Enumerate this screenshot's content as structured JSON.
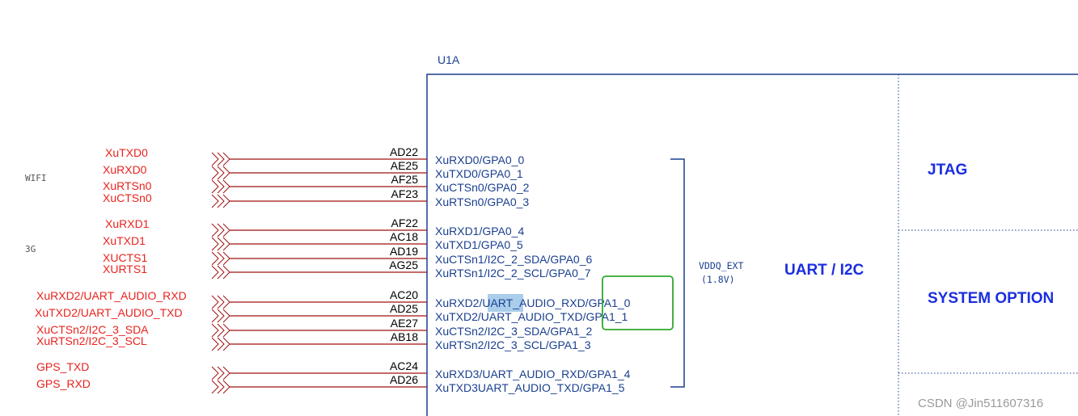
{
  "component": {
    "refdes": "U1A"
  },
  "groups": [
    {
      "name": "WIFI",
      "rows": [
        0,
        1,
        2,
        3
      ]
    },
    {
      "name": "3G",
      "rows": [
        4,
        5,
        6,
        7
      ]
    }
  ],
  "net_rows": [
    {
      "net": "XuTXD0",
      "pin": "AD22",
      "signal": "XuRXD0/GPA0_0"
    },
    {
      "net": "XuRXD0",
      "pin": "AE25",
      "signal": "XuTXD0/GPA0_1"
    },
    {
      "net": "XuRTSn0",
      "pin": "AF25",
      "signal": "XuCTSn0/GPA0_2"
    },
    {
      "net": "XuCTSn0",
      "pin": "AF23",
      "signal": "XuRTSn0/GPA0_3"
    },
    {
      "net": "XuRXD1",
      "pin": "AF22",
      "signal": "XuRXD1/GPA0_4"
    },
    {
      "net": "XuTXD1",
      "pin": "AC18",
      "signal": "XuTXD1/GPA0_5"
    },
    {
      "net": "XUCTS1",
      "pin": "AD19",
      "signal": "XuCTSn1/I2C_2_SDA/GPA0_6"
    },
    {
      "net": "XURTS1",
      "pin": "AG25",
      "signal": "XuRTSn1/I2C_2_SCL/GPA0_7"
    },
    {
      "net": "XuRXD2/UART_AUDIO_RXD",
      "pin": "AC20",
      "signal": "XuRXD2/UART_AUDIO_RXD/GPA1_0"
    },
    {
      "net": "XuTXD2/UART_AUDIO_TXD",
      "pin": "AD25",
      "signal": "XuTXD2/UART_AUDIO_TXD/GPA1_1"
    },
    {
      "net": "XuCTSn2/I2C_3_SDA",
      "pin": "AE27",
      "signal": "XuCTSn2/I2C_3_SDA/GPA1_2"
    },
    {
      "net": "XuRTSn2/I2C_3_SCL",
      "pin": "AB18",
      "signal": "XuRTSn2/I2C_3_SCL/GPA1_3"
    },
    {
      "net": "GPS_TXD",
      "pin": "AC24",
      "signal": "XuRXD3/UART_AUDIO_RXD/GPA1_4"
    },
    {
      "net": "GPS_RXD",
      "pin": "AD26",
      "signal": "XuTXD3UART_AUDIO_TXD/GPA1_5"
    }
  ],
  "bank": {
    "supply": "VDDQ_EXT",
    "voltage": "(1.8V)",
    "title": "UART / I2C"
  },
  "sections": [
    "JTAG",
    "SYSTEM OPTION"
  ],
  "watermark": "CSDN @Jin511607316",
  "colors": {
    "net_label": "#e8231e",
    "pin_line": "#a01010",
    "signal": "#1a3f8f",
    "section_title": "#1a2ee0",
    "highlight_box": "#2eaa2e",
    "selection": "#a9cdea"
  }
}
